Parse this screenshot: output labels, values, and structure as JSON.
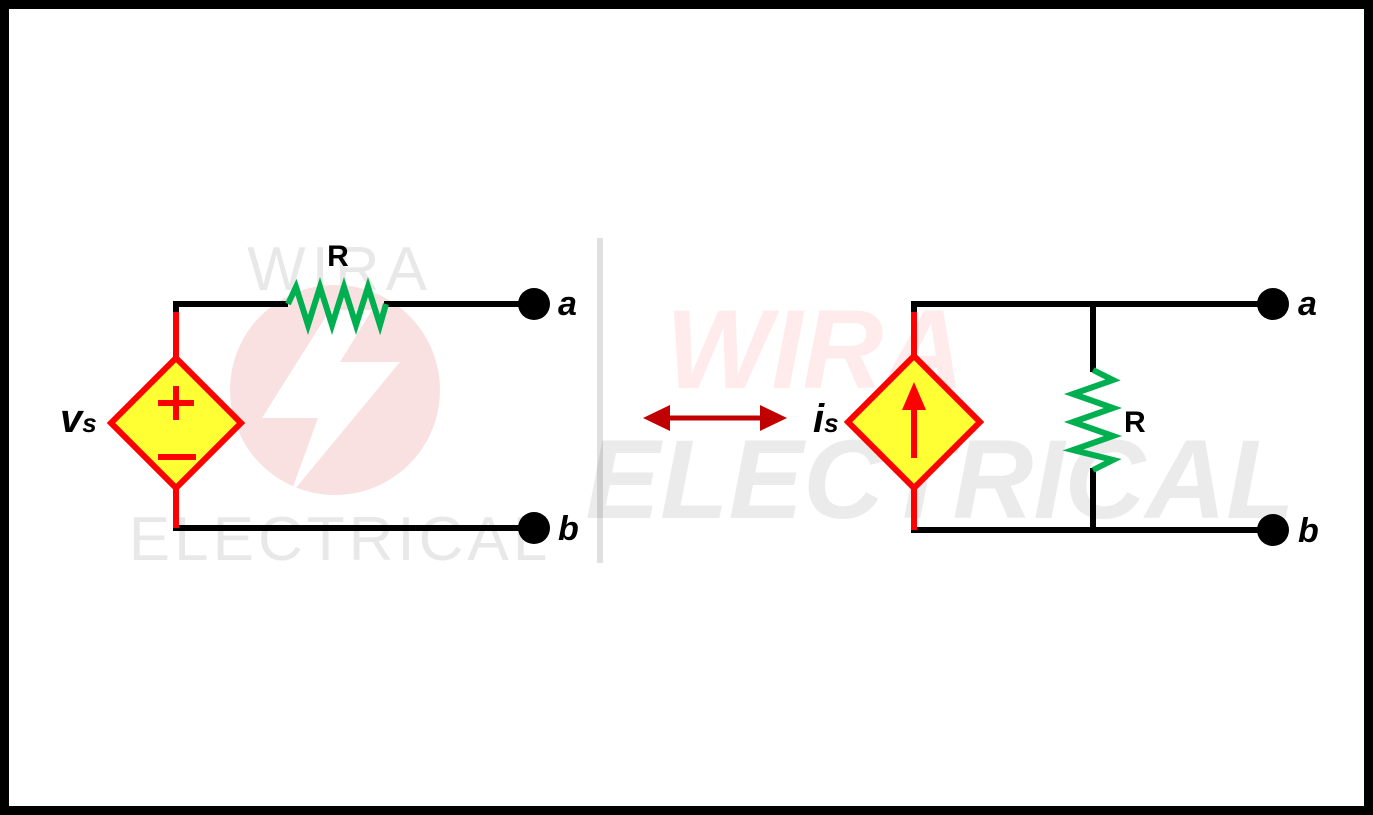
{
  "watermark": {
    "left_top": "WIRA",
    "left_bottom": "ELECTRICAL",
    "right_top": "WIRA",
    "right_bottom": "ELECTRICAL"
  },
  "left_circuit": {
    "resistor_label": "R",
    "source_label_main": "v",
    "source_label_sub": "s",
    "source_plus": "+",
    "source_minus": "−",
    "terminal_top": "a",
    "terminal_bottom": "b"
  },
  "right_circuit": {
    "resistor_label": "R",
    "source_label_main": "i",
    "source_label_sub": "s",
    "terminal_top": "a",
    "terminal_bottom": "b"
  },
  "colors": {
    "wire": "#000000",
    "source_lead": "#ff0000",
    "source_fill": "#ffff33",
    "resistor": "#00b050",
    "arrow": "#c00000"
  }
}
